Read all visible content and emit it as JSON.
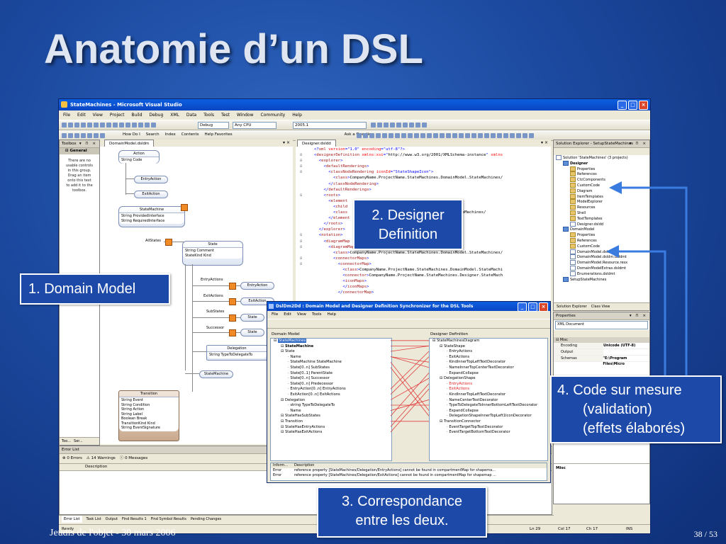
{
  "slide": {
    "title": "Anatomie d’un DSL",
    "footer": "Jeudis de l'objet - 30 mars 2006",
    "page": "38 / 53"
  },
  "colors": {
    "slide_bg": "#1c4aa0",
    "callout_bg": "#1d49a8",
    "arrow": "#3a7be0"
  },
  "vs": {
    "title": "StateMachines - Microsoft Visual Studio",
    "menu": [
      "File",
      "Edit",
      "View",
      "Project",
      "Build",
      "Debug",
      "XML",
      "Data",
      "Tools",
      "Test",
      "Window",
      "Community",
      "Help"
    ],
    "config": "Debug",
    "platform": "Any CPU",
    "find": "2005.1",
    "toolbar2": [
      "How Do I",
      "Search",
      "Index",
      "Contents",
      "Help Favorites",
      "Ask a Question"
    ],
    "toolbox": {
      "title": "Toolbox",
      "group": "General",
      "message": "There are no usable controls in this group. Drag an item onto this text to add it to the toolbox.",
      "tabs": [
        "Too...",
        "Ser..."
      ]
    },
    "dm_tab": "DomainModel.dsldm",
    "designer_tab": "Designer.dsldd",
    "domain_model": {
      "action": {
        "title": "Action",
        "props": [
          "String Code"
        ]
      },
      "entry_action": "EntryAction",
      "exit_action": "ExitAction",
      "state_machine": {
        "title": "StateMachine",
        "props": [
          "String ProvidedInterface",
          "String RequiredInterface"
        ]
      },
      "all_states": "AllStates",
      "state": {
        "title": "State",
        "props": [
          "String Comment",
          "StateKind Kind"
        ]
      },
      "rel_labels": [
        "EntryActions",
        "ExitActions",
        "SubStates",
        "Successor",
        "Delegation"
      ],
      "state_refs": [
        "EntryAction",
        "ExitAction",
        "State",
        "State"
      ],
      "delegation_prop": "String TypeToDelegateTo",
      "state_machine_ref": "StateMachine",
      "transition": {
        "title": "Transition",
        "props": [
          "String Event",
          "String Condition",
          "String Action",
          "String Label",
          "Boolean Break",
          "TransitionKind Kind",
          "String EventSignature"
        ]
      }
    },
    "xml_lines": [
      [
        {
          "t": "<?",
          "c": "blue"
        },
        {
          "t": "xml",
          "c": "brown"
        },
        {
          "t": " version",
          "c": "red"
        },
        {
          "t": "=\"1.0\"",
          "c": "blue"
        },
        {
          "t": " encoding",
          "c": "red"
        },
        {
          "t": "=\"utf-8\"",
          "c": "blue"
        },
        {
          "t": "?>",
          "c": "blue"
        }
      ],
      [
        {
          "t": "<",
          "c": "blue"
        },
        {
          "t": "designerDefinition",
          "c": "brown"
        },
        {
          "t": " xmlns:xsi",
          "c": "red"
        },
        {
          "t": "=\"",
          "c": "blue"
        },
        {
          "t": "http://www.w3.org/2001/XMLSchema-instance",
          "c": "black"
        },
        {
          "t": "\" ",
          "c": "blue"
        },
        {
          "t": "xmlns",
          "c": "red"
        }
      ],
      [
        {
          "t": "  <",
          "c": "blue"
        },
        {
          "t": "explorer",
          "c": "brown"
        },
        {
          "t": ">",
          "c": "blue"
        }
      ],
      [
        {
          "t": "    <",
          "c": "blue"
        },
        {
          "t": "defaultRenderings",
          "c": "brown"
        },
        {
          "t": ">",
          "c": "blue"
        }
      ],
      [
        {
          "t": "      <",
          "c": "blue"
        },
        {
          "t": "classNodeRendering",
          "c": "brown"
        },
        {
          "t": " iconId",
          "c": "red"
        },
        {
          "t": "=\"StateShapeIcon\">",
          "c": "blue"
        }
      ],
      [
        {
          "t": "        <",
          "c": "blue"
        },
        {
          "t": "class",
          "c": "brown"
        },
        {
          "t": ">",
          "c": "blue"
        },
        {
          "t": "CompanyName.ProjectName.StateMachines.DomainModel.StateMachines/",
          "c": "black"
        }
      ],
      [
        {
          "t": "      </",
          "c": "blue"
        },
        {
          "t": "classNodeRendering",
          "c": "brown"
        },
        {
          "t": ">",
          "c": "blue"
        }
      ],
      [
        {
          "t": "    </",
          "c": "blue"
        },
        {
          "t": "defaultRenderings",
          "c": "brown"
        },
        {
          "t": ">",
          "c": "blue"
        }
      ],
      [
        {
          "t": "    <",
          "c": "blue"
        },
        {
          "t": "roots",
          "c": "brown"
        },
        {
          "t": ">",
          "c": "blue"
        }
      ],
      [
        {
          "t": "      <",
          "c": "blue"
        },
        {
          "t": "element",
          "c": "brown"
        }
      ],
      [
        {
          "t": "        <",
          "c": "blue"
        },
        {
          "t": "child",
          "c": "brown"
        }
      ],
      [
        {
          "t": "        <",
          "c": "blue"
        },
        {
          "t": "class",
          "c": "brown"
        },
        {
          "t": "                              ",
          "c": "black"
        },
        {
          "t": "s.DomainModel.StateMachines/",
          "c": "black"
        }
      ],
      [
        {
          "t": "      </",
          "c": "blue"
        },
        {
          "t": "element",
          "c": "brown"
        }
      ],
      [
        {
          "t": "    </",
          "c": "blue"
        },
        {
          "t": "roots",
          "c": "brown"
        },
        {
          "t": ">",
          "c": "blue"
        }
      ],
      [
        {
          "t": "  </",
          "c": "blue"
        },
        {
          "t": "explorer",
          "c": "brown"
        },
        {
          "t": ">",
          "c": "blue"
        }
      ],
      [
        {
          "t": "  <",
          "c": "blue"
        },
        {
          "t": "notation",
          "c": "brown"
        },
        {
          "t": ">",
          "c": "blue"
        }
      ],
      [
        {
          "t": "    <",
          "c": "blue"
        },
        {
          "t": "diagramMap",
          "c": "brown"
        }
      ],
      [
        {
          "t": "      <",
          "c": "blue"
        },
        {
          "t": "diagramMap",
          "c": "brown"
        },
        {
          "t": ">",
          "c": "blue"
        }
      ],
      [
        {
          "t": "        <",
          "c": "blue"
        },
        {
          "t": "class",
          "c": "brown"
        },
        {
          "t": ">",
          "c": "blue"
        },
        {
          "t": "CompanyName.ProjectName.StateMachines.DomainModel.StateMachines/",
          "c": "black"
        }
      ],
      [
        {
          "t": "        <",
          "c": "blue"
        },
        {
          "t": "connectorMaps",
          "c": "brown"
        },
        {
          "t": ">",
          "c": "blue"
        }
      ],
      [
        {
          "t": "          <",
          "c": "blue"
        },
        {
          "t": "connectorMap",
          "c": "brown"
        },
        {
          "t": ">",
          "c": "blue"
        }
      ],
      [
        {
          "t": "            <",
          "c": "blue"
        },
        {
          "t": "class",
          "c": "brown"
        },
        {
          "t": ">",
          "c": "blue"
        },
        {
          "t": "CompanyName.ProjectName.StateMachines.DomainModel.StateMachi",
          "c": "black"
        }
      ],
      [
        {
          "t": "            <",
          "c": "blue"
        },
        {
          "t": "connector",
          "c": "brown"
        },
        {
          "t": ">",
          "c": "blue"
        },
        {
          "t": "CompanyName.ProjectName.StateMachines.Designer.StateMach",
          "c": "black"
        }
      ],
      [
        {
          "t": "            <",
          "c": "blue"
        },
        {
          "t": "iconMaps",
          "c": "brown"
        },
        {
          "t": ">",
          "c": "blue"
        }
      ],
      [
        {
          "t": "            </",
          "c": "blue"
        },
        {
          "t": "iconMaps",
          "c": "brown"
        },
        {
          "t": ">",
          "c": "blue"
        }
      ],
      [
        {
          "t": "          </",
          "c": "blue"
        },
        {
          "t": "connectorMap",
          "c": "brown"
        },
        {
          "t": ">",
          "c": "blue"
        }
      ]
    ],
    "solution_explorer": {
      "title": "Solution Explorer - SetupStateMachines",
      "items": [
        {
          "label": "Solution 'StateMachines' (3 projects)",
          "depth": 0,
          "icon": "file"
        },
        {
          "label": "Designer",
          "depth": 1,
          "icon": "proj",
          "bold": true
        },
        {
          "label": "Properties",
          "depth": 2,
          "icon": "folder"
        },
        {
          "label": "References",
          "depth": 2,
          "icon": "folder"
        },
        {
          "label": "CtcComponents",
          "depth": 2,
          "icon": "folder"
        },
        {
          "label": "CustomCode",
          "depth": 2,
          "icon": "folder"
        },
        {
          "label": "Diagram",
          "depth": 2,
          "icon": "folder"
        },
        {
          "label": "ItemTemplates",
          "depth": 2,
          "icon": "folder"
        },
        {
          "label": "ModelExplorer",
          "depth": 2,
          "icon": "folder"
        },
        {
          "label": "Resources",
          "depth": 2,
          "icon": "folder"
        },
        {
          "label": "Shell",
          "depth": 2,
          "icon": "folder"
        },
        {
          "label": "TextTemplates",
          "depth": 2,
          "icon": "folder"
        },
        {
          "label": "Designer.dsldd",
          "depth": 2,
          "icon": "file"
        },
        {
          "label": "DomainModel",
          "depth": 1,
          "icon": "proj"
        },
        {
          "label": "Properties",
          "depth": 2,
          "icon": "folder"
        },
        {
          "label": "References",
          "depth": 2,
          "icon": "folder"
        },
        {
          "label": "CustomCode",
          "depth": 2,
          "icon": "folder"
        },
        {
          "label": "DomainModel.dsldm",
          "depth": 2,
          "icon": "file"
        },
        {
          "label": "DomainModel.dsldm.dsldmt",
          "depth": 2,
          "icon": "file"
        },
        {
          "label": "DomainModel.Resource.resx",
          "depth": 2,
          "icon": "file"
        },
        {
          "label": "DomainModelExtras.dsldmt",
          "depth": 2,
          "icon": "file"
        },
        {
          "label": "Enumerations.dsldmt",
          "depth": 2,
          "icon": "file"
        },
        {
          "label": "SetupStateMachines",
          "depth": 1,
          "icon": "proj"
        }
      ],
      "tabs": [
        "Solution Explorer",
        "Class View"
      ]
    },
    "properties": {
      "title": "Properties",
      "object": "XML Document",
      "category": "Misc",
      "rows": [
        [
          "Encoding",
          "Unicode (UTF-8)"
        ],
        [
          "Output",
          ""
        ],
        [
          "Schemas",
          "\"E:\\Program Files\\Micro"
        ]
      ],
      "footer_label": "Misc"
    },
    "error_list": {
      "title": "Error List",
      "filters": [
        "0 Errors",
        "14 Warnings",
        "0 Messages"
      ],
      "column": "Description",
      "bottom_tabs": [
        "Error List",
        "Task List",
        "Output",
        "Find Results 1",
        "Find Symbol Results",
        "Pending Changes"
      ]
    },
    "status": {
      "text": "Ready",
      "ln": "Ln 29",
      "col": "Col 17",
      "ch": "Ch 17",
      "mode": "INS"
    }
  },
  "dialog": {
    "title": "DslDm2Dd : Domain Model and Designer Definition Synchronizer for the DSL Tools",
    "menu": [
      "File",
      "Edit",
      "View",
      "Tools",
      "Help"
    ],
    "left_header": "Domain Model",
    "right_header": "Designer Definition",
    "left_tree": [
      {
        "label": "StateMachines",
        "depth": 0,
        "sel": true
      },
      {
        "label": "StateMachine",
        "depth": 1,
        "bold": true
      },
      {
        "label": "State",
        "depth": 1
      },
      {
        "label": "Name",
        "depth": 2
      },
      {
        "label": "StateMachine StateMachine",
        "depth": 2
      },
      {
        "label": "State[0..n] SubStates",
        "depth": 2
      },
      {
        "label": "State[0..1] ParentState",
        "depth": 2
      },
      {
        "label": "State[0..n] Successor",
        "depth": 2
      },
      {
        "label": "State[0..n] Predecessor",
        "depth": 2
      },
      {
        "label": "EntryAction[0..n] EntryActions",
        "depth": 2
      },
      {
        "label": "ExitAction[0..n] ExitActions",
        "depth": 2
      },
      {
        "label": "Delegation",
        "depth": 1
      },
      {
        "label": "string TypeToDelegateTo",
        "depth": 2
      },
      {
        "label": "Name",
        "depth": 2
      },
      {
        "label": "StateHasSubStates",
        "depth": 1
      },
      {
        "label": "Transition",
        "depth": 1
      },
      {
        "label": "StateHasEntryActions",
        "depth": 1
      },
      {
        "label": "StateHasExitActions",
        "depth": 1
      }
    ],
    "right_tree": [
      {
        "label": "StateMachinesDiagram",
        "depth": 0
      },
      {
        "label": "StateShape",
        "depth": 1
      },
      {
        "label": "EntryActions",
        "depth": 2
      },
      {
        "label": "ExitActions",
        "depth": 2
      },
      {
        "label": "KindInnerTopLeftTextDecorator",
        "depth": 2
      },
      {
        "label": "NameInnerTopCenterTextDecorator",
        "depth": 2
      },
      {
        "label": "ExpandCollapse",
        "depth": 2
      },
      {
        "label": "DelegationShape",
        "depth": 1
      },
      {
        "label": "EntryActions",
        "depth": 2,
        "red": true
      },
      {
        "label": "ExitActions",
        "depth": 2,
        "red": true
      },
      {
        "label": "KindInnerTopLeftTextDecorator",
        "depth": 2
      },
      {
        "label": "NameCenterTextDecorator",
        "depth": 2
      },
      {
        "label": "TypeToDelegateToInnerBottomLeftTextDecorator",
        "depth": 2
      },
      {
        "label": "ExpandCollapse",
        "depth": 2
      },
      {
        "label": "DelegationShapeInnerTopLeft1IconDecorator",
        "depth": 2
      },
      {
        "label": "TransitionConnector",
        "depth": 1
      },
      {
        "label": "EventTargetTopTextDecorator",
        "depth": 2
      },
      {
        "label": "EventTargetBottomTextDecorator",
        "depth": 2
      }
    ],
    "error_columns": [
      "Inform...",
      "Description"
    ],
    "errors": [
      [
        "Error",
        "reference property [StateMachines/Delegation/EntryActions] cannot be found in compartmentMap for shapema..."
      ],
      [
        "Error",
        "reference property [StateMachines/Delegation/ExitActions] cannot be found in compartmentMap for shapemap ..."
      ]
    ]
  },
  "callouts": {
    "domain_model": [
      "1. Domain Model"
    ],
    "designer_definition": [
      "2. Designer",
      "Definition"
    ],
    "correspondance": [
      "3. Correspondance",
      "entre les deux."
    ],
    "code": [
      "4. Code sur mesure",
      "(validation)",
      "(effets élaborés)"
    ]
  }
}
